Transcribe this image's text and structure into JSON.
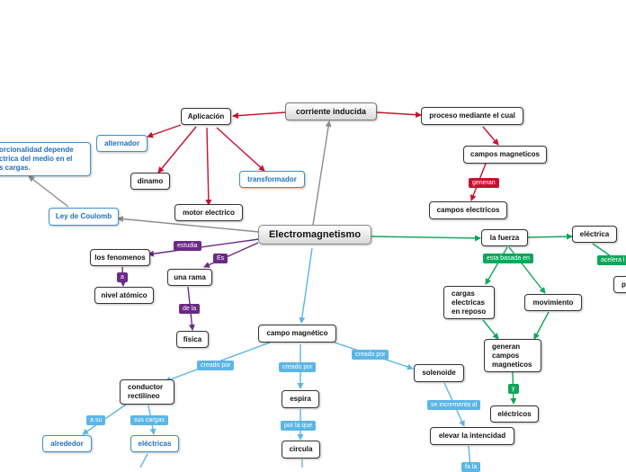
{
  "colors": {
    "red": "#c8102e",
    "gray": "#8c8c8c",
    "green": "#0fa65a",
    "purple": "#6a2a86",
    "sky": "#5bb6e6",
    "blue": "#3d8fd6"
  },
  "central": "Electromagnetismo",
  "nodes": {
    "corriente_inducida": "corriente inducida",
    "aplicacion": "Aplicación",
    "alternador": "alternador",
    "dinamo": "dinamo",
    "motor_electrico": "motor electrico",
    "transformador": "transformador",
    "proceso": "proceso mediante el cual",
    "campos_magneticos": "campos magneticos",
    "campos_electricos": "campos electricos",
    "ley_coulomb": "Ley de Coulomb",
    "proporcionalidad": "orcionalidad depende\nctrica del medio en el\ns cargas.",
    "fenomenos": "los fenomenos",
    "nivel_atomico": "nivel atómico",
    "una_rama": "una rama",
    "fisica": "física",
    "la_fuerza": "la fuerza",
    "electrica": "eléctrica",
    "p_cut": "p",
    "cargas_reposo": "cargas\nelectricas\nen reposo",
    "movimiento": "movimiento",
    "generan_campos": "generan\ncampos\nmagneticos",
    "electricos": "eléctricos",
    "campo_magnetico": "campo magnético",
    "conductor": "conductor\nrectilíneo",
    "alrededor": "alrededor",
    "electricas": "eléctricas",
    "espira": "espira",
    "circula": "circula",
    "solenoide": "solenoide",
    "elevar": "elevar la intencidad"
  },
  "labels": {
    "generan": "generan",
    "estudia": "estudia",
    "a": "a",
    "es": "Es",
    "de_la": "de la",
    "esta_basada": "esta basada en",
    "acelera": "acelera l",
    "y": "y",
    "creado_por_1": "creado por",
    "creado_por_2": "creado por",
    "creado_por_3": "creado por",
    "a_su": "a su",
    "sus_cargas": "sus cargas",
    "por_la_que": "por la que",
    "se_incrementa": "se incrementa al",
    "bottom_cut": "fa la"
  }
}
